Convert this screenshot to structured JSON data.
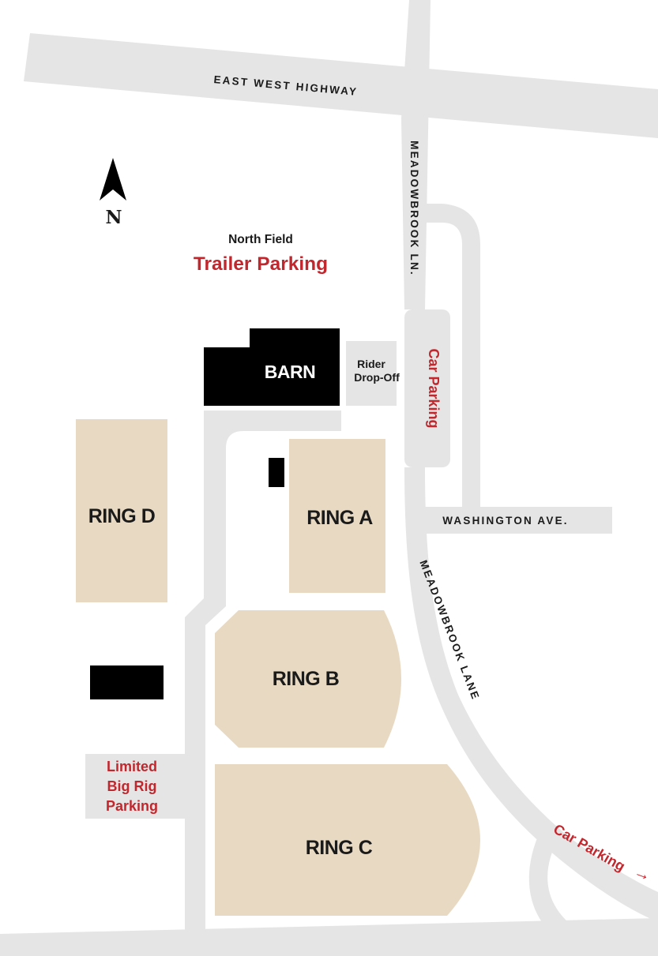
{
  "colors": {
    "background": "#ffffff",
    "road": "#e5e5e5",
    "ring": "#e8d9c3",
    "building": "#000000",
    "accent_red": "#c1272d",
    "text_dark": "#1a1a1a"
  },
  "compass": {
    "letter": "N",
    "icon": "north-arrow-icon"
  },
  "roads": {
    "east_west_highway": "EAST WEST HIGHWAY",
    "meadowbrook_ln": "MEADOWBROOK LN.",
    "washington_ave": "WASHINGTON AVE.",
    "meadowbrook_lane": "MEADOWBROOK LANE"
  },
  "areas": {
    "north_field": {
      "title": "North Field",
      "subtitle": "Trailer Parking"
    },
    "barn": "BARN",
    "rider_dropoff": {
      "line1": "Rider",
      "line2": "Drop-Off"
    },
    "car_parking_lot": "Car Parking",
    "car_parking_arrow": {
      "label": "Car Parking",
      "arrow": "→"
    },
    "big_rig": {
      "line1": "Limited",
      "line2": "Big Rig",
      "line3": "Parking"
    }
  },
  "rings": {
    "a": "RING A",
    "b": "RING B",
    "c": "RING C",
    "d": "RING D"
  }
}
